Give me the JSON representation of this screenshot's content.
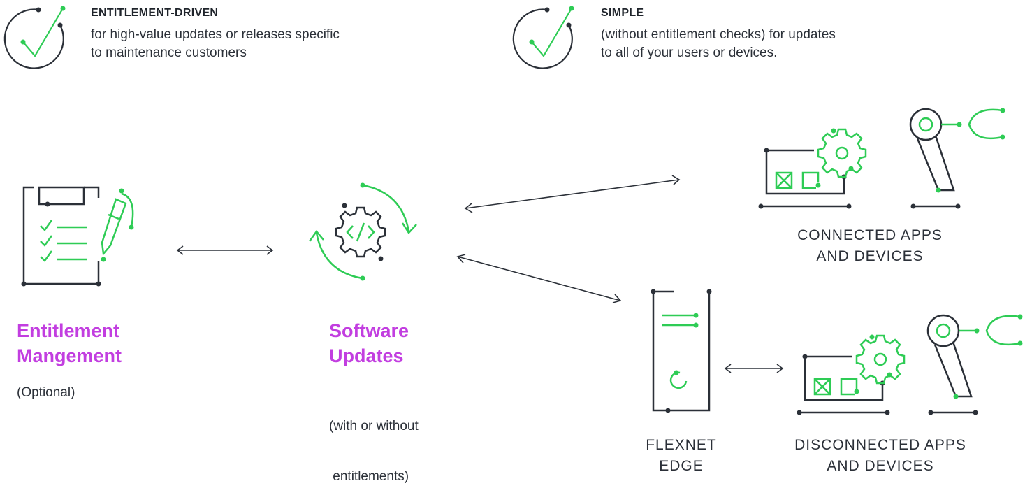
{
  "modes": [
    {
      "title": "ENTITLEMENT-DRIVEN",
      "desc_lines": [
        "for high-value updates or releases specific",
        "to maintenance customers"
      ],
      "icon": "check-circle-icon"
    },
    {
      "title": "SIMPLE",
      "desc_lines": [
        "(without entitlement checks) for updates",
        "to all of your users or devices."
      ],
      "icon": "check-circle-icon"
    }
  ],
  "entitlement": {
    "title_lines": [
      "Entitlement",
      "Mangement"
    ],
    "subtitle": "(Optional)",
    "icon": "clipboard-checklist-icon"
  },
  "updates": {
    "title_lines": [
      "Software",
      "Updates"
    ],
    "subtitle_lines": [
      "(with or without",
      " entitlements)"
    ],
    "icon": "gear-code-refresh-icon"
  },
  "connected": {
    "label_lines": [
      "CONNECTED APPS",
      "AND DEVICES"
    ],
    "icons": [
      "laptop-gear-icon",
      "robot-arm-icon"
    ]
  },
  "edge": {
    "label_lines": [
      "FLEXNET",
      "EDGE"
    ],
    "icon": "server-icon"
  },
  "disconnected": {
    "label_lines": [
      "DISCONNECTED APPS",
      "AND DEVICES"
    ],
    "icons": [
      "laptop-gear-icon",
      "robot-arm-icon"
    ]
  },
  "colors": {
    "green": "#2ecc55",
    "dark": "#2b3038",
    "purple": "#c23ee0"
  }
}
